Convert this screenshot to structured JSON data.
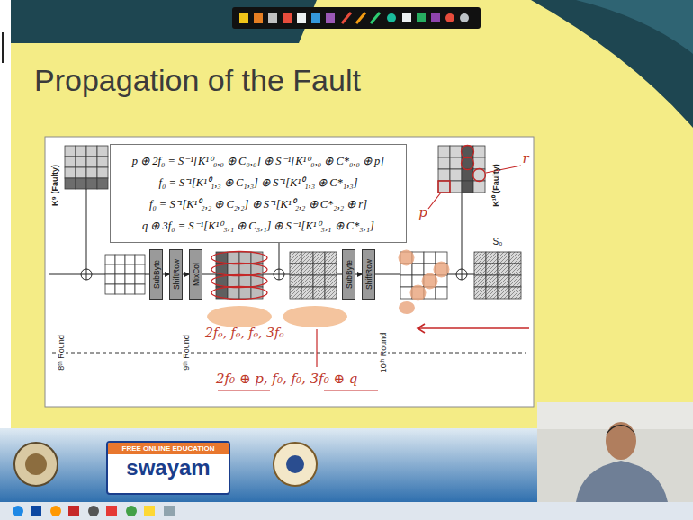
{
  "diagram": {
    "title": "Propagation of the Fault",
    "nodes": [
      {
        "text": [
          "p ⊕ 2f₀ = S⁻¹[K¹⁰₀,₀ ⊕ C₀,₀] ⊕ S⁻¹[K¹⁰₀,₀ ⊕ C*₀,₀ ⊕ p]",
          "f₀ = S⁻¹[K¹⁰₁,₃ ⊕ C₁,₃] ⊕ S⁻¹[K¹⁰₁,₃ ⊕ C*₁,₃]",
          "f₀ = S⁻¹[K¹⁰₂,₂ ⊕ C₂,₂] ⊕ S⁻¹[K¹⁰₂,₂ ⊕ C*₂,₂ ⊕ r]",
          "q ⊕ 3f₀ = S⁻¹[K¹⁰₃,₁ ⊕ C₃,₁] ⊕ S⁻¹[K¹⁰₃,₁ ⊕ C*₃,₁]"
        ]
      },
      {
        "text": [
          "SubByte"
        ]
      },
      {
        "text": [
          "ShiftRow"
        ]
      },
      {
        "text": [
          "MixCol"
        ]
      },
      {
        "text": [
          "SubByte"
        ]
      },
      {
        "text": [
          "ShiftRow"
        ]
      },
      {
        "text": [
          "FREE ONLINE EDUCATION",
          "swayam"
        ]
      }
    ],
    "edges": [
      {
        "from": 1,
        "to": 2,
        "arrow": "to"
      },
      {
        "from": 2,
        "to": 3,
        "arrow": "to"
      },
      {
        "from": 4,
        "to": 5,
        "arrow": "to"
      }
    ],
    "labels": [
      "K⁹ (Faulty)",
      "K¹⁰ (Faulty)",
      "8ᵗʰ Round",
      "9ᵗʰ Round",
      "10ᵗʰ Round",
      "S₀",
      "2f₀, f₀, f₀, 3f₀",
      "2f₀ ⊕ p, f₀, f₀, 3f₀ ⊕ q",
      "p",
      "r"
    ]
  }
}
